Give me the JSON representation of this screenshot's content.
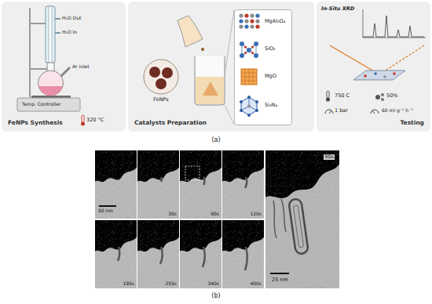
{
  "diagram": {
    "nodes": [
      {
        "text": [
          "FeNPs Synthesis"
        ]
      },
      {
        "text": [
          "Catalysts Preparation"
        ]
      },
      {
        "text": [
          "MgAl₂O₄",
          "SiO₂",
          "MgO",
          "Si₃N₄"
        ],
        "in": 1
      },
      {
        "text": [
          "Testing"
        ]
      },
      {
        "text": [
          "50 nm"
        ]
      },
      {
        "text": [
          "30s"
        ]
      },
      {
        "text": [
          "90s"
        ]
      },
      {
        "text": [
          "120s"
        ]
      },
      {
        "text": [
          "195s"
        ]
      },
      {
        "text": [
          "255s"
        ]
      },
      {
        "text": [
          "340s"
        ]
      },
      {
        "text": [
          "400s"
        ]
      },
      {
        "text": [
          "90s",
          "25 nm"
        ]
      }
    ],
    "labels": [
      "H₂O Out",
      "H₂O In",
      "Ar inlet",
      "Temp. Controller",
      "320 °C",
      "FeNPs",
      "In-Situ XRD",
      "750 C",
      "50%",
      "1 bar",
      "60 ml g⁻¹ h⁻¹",
      "(a)",
      "(b)"
    ]
  }
}
